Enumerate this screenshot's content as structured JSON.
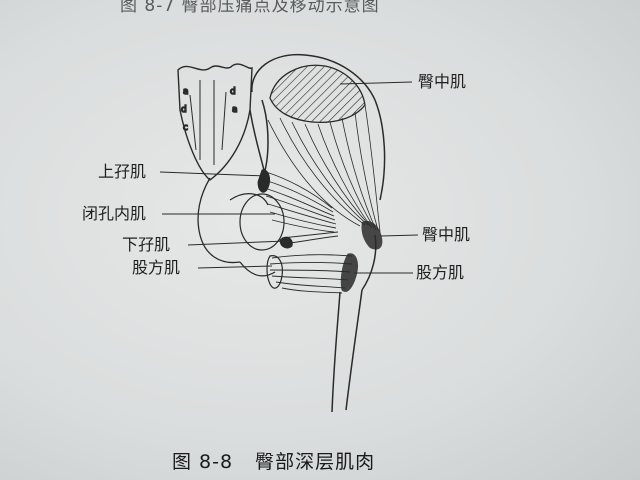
{
  "figure": {
    "top_caption": "图 8-7  臀部压痛点及移动示意图",
    "caption_number": "图 8-8",
    "caption_title": "臀部深层肌肉"
  },
  "labels": {
    "gluteus_medius_top": "臀中肌",
    "superior_gemellus": "上孖肌",
    "obturator_internus": "闭孔内肌",
    "inferior_gemellus": "下孖肌",
    "quadratus_femoris_left": "股方肌",
    "gluteus_medius_right": "臀中肌",
    "quadratus_femoris_right": "股方肌"
  },
  "colors": {
    "ink": "#2a2a2a",
    "paper": "#e2e5e4"
  }
}
